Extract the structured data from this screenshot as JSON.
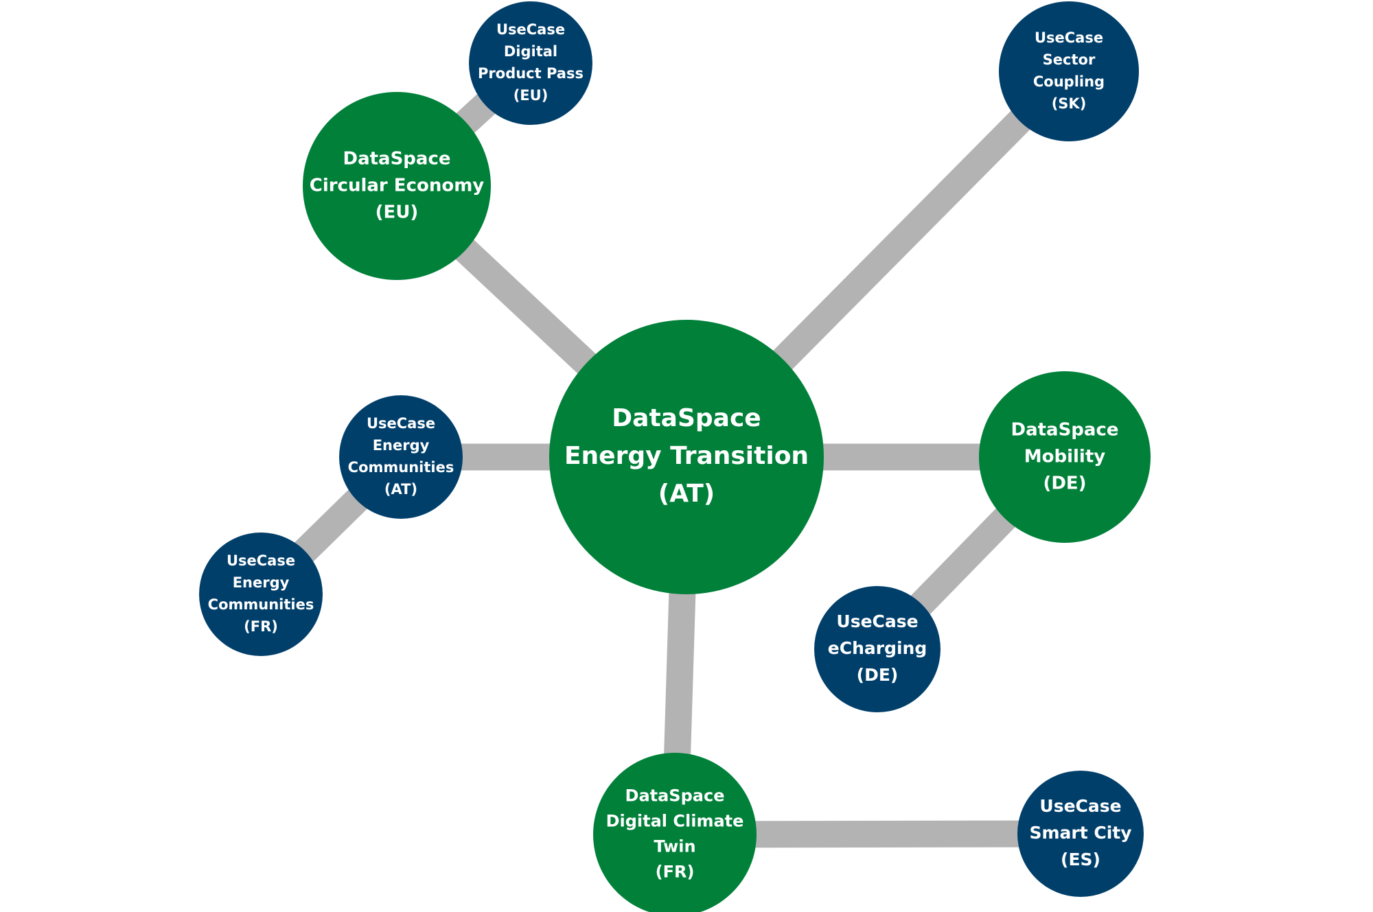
{
  "colors": {
    "dataspace": "#008039",
    "usecase": "#013f6b",
    "connector": "#b3b3b3",
    "text": "#ffffff"
  },
  "nodes": [
    {
      "id": "energy_transition",
      "kind": "dataspace",
      "lines": [
        "DataSpace",
        "Energy Transition",
        "(AT)"
      ]
    },
    {
      "id": "circular_economy",
      "kind": "dataspace",
      "lines": [
        "DataSpace",
        "Circular Economy",
        "(EU)"
      ]
    },
    {
      "id": "mobility",
      "kind": "dataspace",
      "lines": [
        "DataSpace",
        "Mobility",
        "(DE)"
      ]
    },
    {
      "id": "digital_climate_twin",
      "kind": "dataspace",
      "lines": [
        "DataSpace",
        "Digital Climate",
        "Twin",
        "(FR)"
      ]
    },
    {
      "id": "digital_product_pass",
      "kind": "usecase",
      "lines": [
        "UseCase",
        "Digital",
        "Product Pass",
        "(EU)"
      ]
    },
    {
      "id": "sector_coupling",
      "kind": "usecase",
      "lines": [
        "UseCase",
        "Sector",
        "Coupling",
        "(SK)"
      ]
    },
    {
      "id": "energy_communities_at",
      "kind": "usecase",
      "lines": [
        "UseCase",
        "Energy",
        "Communities",
        "(AT)"
      ]
    },
    {
      "id": "energy_communities_fr",
      "kind": "usecase",
      "lines": [
        "UseCase",
        "Energy",
        "Communities",
        "(FR)"
      ]
    },
    {
      "id": "echarging",
      "kind": "usecase",
      "lines": [
        "UseCase",
        "eCharging",
        "(DE)"
      ]
    },
    {
      "id": "smart_city",
      "kind": "usecase",
      "lines": [
        "UseCase",
        "Smart City",
        "(ES)"
      ]
    }
  ],
  "edges": [
    [
      "energy_transition",
      "circular_economy"
    ],
    [
      "energy_transition",
      "sector_coupling"
    ],
    [
      "energy_transition",
      "energy_communities_at"
    ],
    [
      "energy_transition",
      "mobility"
    ],
    [
      "energy_transition",
      "digital_climate_twin"
    ],
    [
      "circular_economy",
      "digital_product_pass"
    ],
    [
      "energy_communities_at",
      "energy_communities_fr"
    ],
    [
      "mobility",
      "echarging"
    ],
    [
      "digital_climate_twin",
      "smart_city"
    ]
  ]
}
